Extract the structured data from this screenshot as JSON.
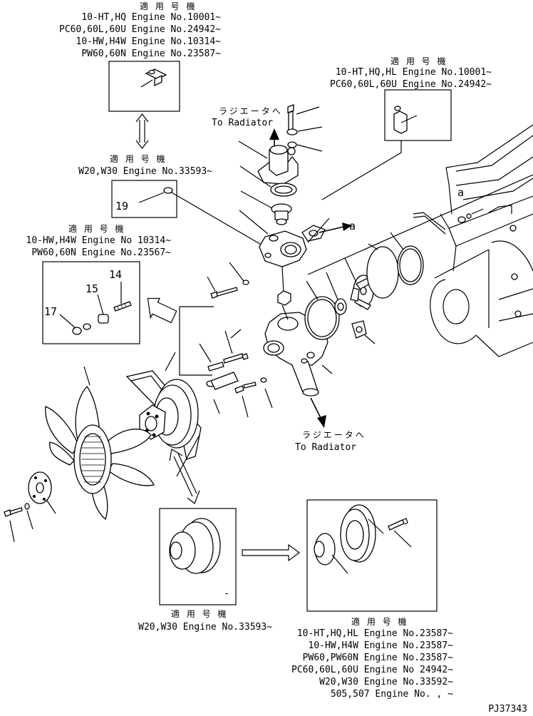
{
  "applicability_heading": "適 用 号 機",
  "to_radiator_jp": "ラジエータへ",
  "to_radiator_en": "To Radiator",
  "callout_a": "a",
  "callout_dash": "-",
  "top_left_list": [
    "10-HT,HQ Engine No.10001~",
    "PC60,60L,60U Engine No.24942~",
    "10-HW,H4W Engine No.10314~",
    "PW60,60N Engine No.23587~"
  ],
  "top_right_list": [
    "10-HT,HQ,HL Engine No.10001~",
    "PC60,60L,60U Engine No.24942~"
  ],
  "w20_mid_label": "W20,W30 Engine No.33593~",
  "left_mid_list": [
    "10-HW,H4W Engine No 10314~",
    "PW60,60N Engine No.23567~"
  ],
  "bottom_center_label": "W20,W30 Engine No.33593~",
  "bottom_right_list": [
    "10-HT,HQ,HL Engine No.23587~",
    "10-HW,H4W Engine No.23587~",
    "PW60,PW60N Engine No.23587~",
    "PC60,60L,60U Engine No 24942~",
    "W20,W30 Engine No.33592~",
    "505,507 Engine No.  ,  ~"
  ],
  "part_numbers": {
    "p19": "19",
    "p14": "14",
    "p15": "15",
    "p17": "17"
  },
  "drawing_code": "PJ37343"
}
